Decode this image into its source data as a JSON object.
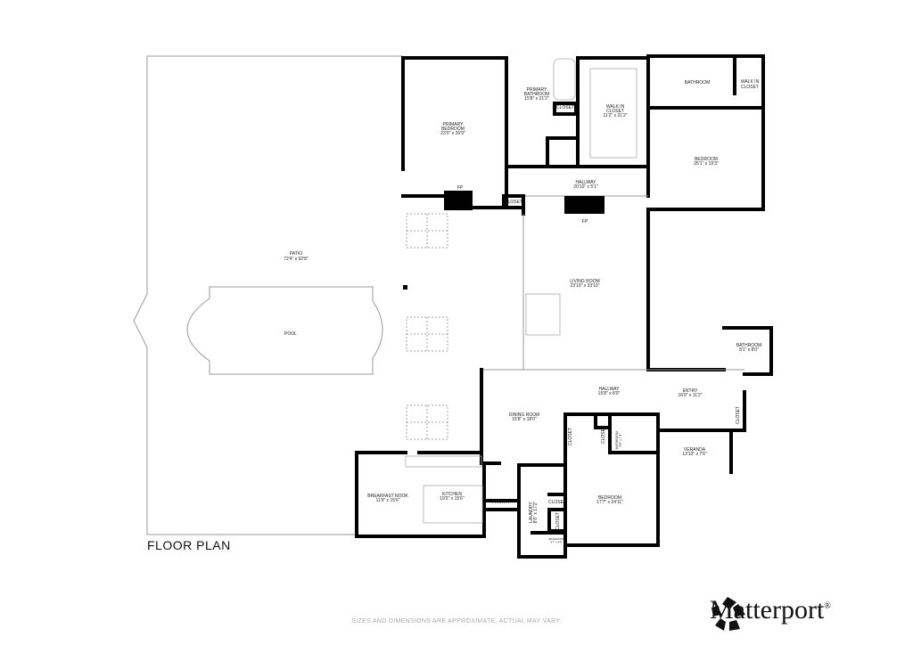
{
  "plan_title": "FLOOR PLAN",
  "disclaimer": "SIZES AND DIMENSIONS ARE APPROXIMATE, ACTUAL MAY VARY.",
  "brand": "Matterport",
  "brand_mark": "®",
  "rooms": {
    "patio": {
      "name": "PATIO",
      "dims": "72'4\" x 92'8\""
    },
    "pool": {
      "name": "POOL"
    },
    "primary_bedroom": {
      "name": "PRIMARY",
      "name2": "BEDROOM",
      "dims": "23'0\" x 26'9\""
    },
    "primary_bathroom": {
      "name": "PRIMARY",
      "name2": "BATHROOM",
      "dims": "15'8\" x 21'2\""
    },
    "walk_in_closet": {
      "name": "WALK IN",
      "name2": "CLOSET",
      "dims": "11'2\" x 21'2\""
    },
    "bathroom_top": {
      "name": "BATHROOM"
    },
    "walk_in_closet_2": {
      "name": "WALK IN",
      "name2": "CLOSET"
    },
    "bedroom_right": {
      "name": "BEDROOM",
      "dims": "25'1\" x 19'3\""
    },
    "hallway_top": {
      "name": "HALLWAY",
      "dims": "20'10\" x 5'1\""
    },
    "living_room": {
      "name": "LIVING ROOM",
      "dims": "23'10\" x 33'10\""
    },
    "bathroom_mid": {
      "name": "BATHROOM",
      "dims": "8'1\" x 8'0\""
    },
    "hallway_low": {
      "name": "HALLWAY",
      "dims": "15'8\" x 8'0\""
    },
    "entry": {
      "name": "ENTRY",
      "dims": "16'9\" x 11'2\""
    },
    "dining_room": {
      "name": "DINING ROOM",
      "dims": "15'8\" x 18'0\""
    },
    "veranda": {
      "name": "VERANDA",
      "dims": "13'10\" x 7'6\""
    },
    "bedroom_low": {
      "name": "BEDROOM",
      "dims": "17'7\" x 24'11\""
    },
    "bathroom_small": {
      "name": "BATHROOM",
      "dims": "9'5\" x 7'4\""
    },
    "laundry": {
      "name": "LAUNDRY",
      "dims": "8'6\" x 17'2\""
    },
    "bathroom_tiny": {
      "name": "BATHROOM",
      "dims": "5'7\" x 4'8\""
    },
    "breakfast_nook": {
      "name": "BREAKFAST NOOK",
      "dims": "11'9\" x 15'6\""
    },
    "kitchen": {
      "name": "KITCHEN",
      "dims": "19'2\" x 15'6\""
    },
    "pantry": {
      "name": "PANTRY"
    }
  },
  "labels": {
    "closet": "CLOSET",
    "fireplace": "FP"
  }
}
